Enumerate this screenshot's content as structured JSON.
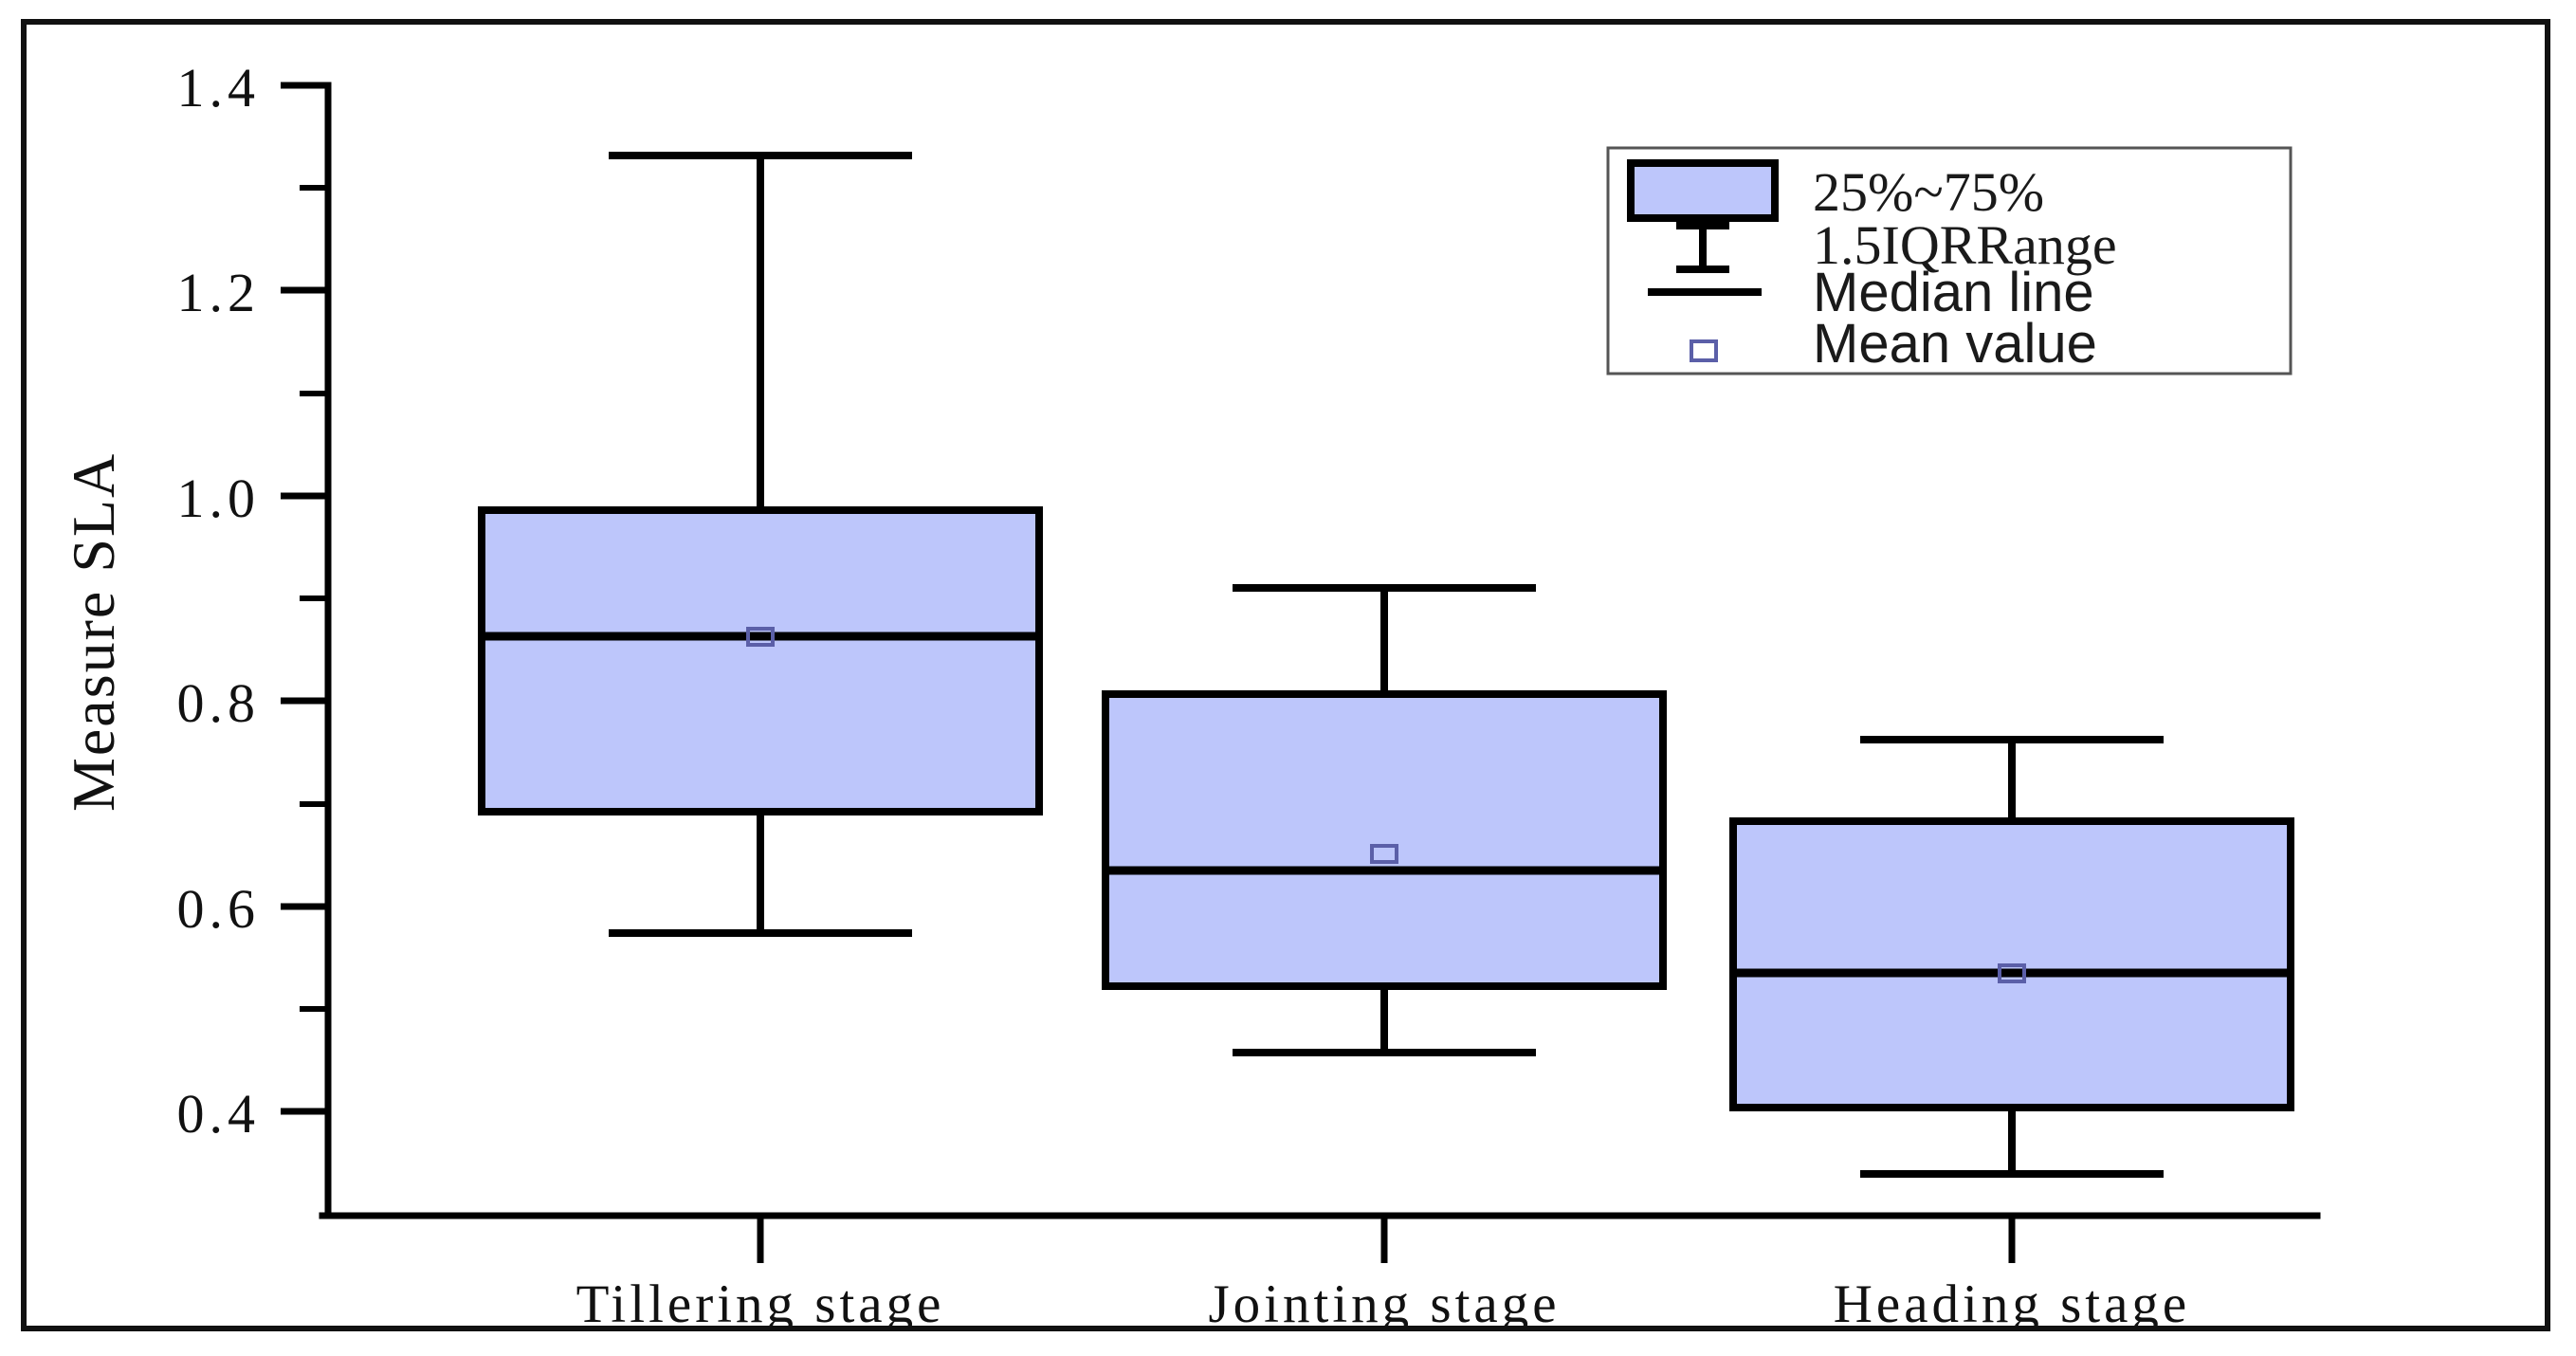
{
  "chart_data": {
    "type": "box",
    "title": "",
    "xlabel": "",
    "ylabel": "Measure SLA",
    "categories": [
      "Tillering stage",
      "Jointing stage",
      "Heading stage"
    ],
    "ylim": [
      0.32,
      1.4
    ],
    "grid": false,
    "y_major_ticks": [
      0.4,
      0.6,
      0.8,
      1.0,
      1.2,
      1.4
    ],
    "y_major_tick_labels": [
      "0.4",
      "0.6",
      "0.8",
      "1.0",
      "1.2",
      "1.4"
    ],
    "y_minor_ticks": [
      0.5,
      0.7,
      0.9,
      1.1,
      1.3
    ],
    "box_fill_color": "#bdc6fb",
    "line_color": "#000000",
    "mean_marker_color": "#5b5fa8",
    "series": [
      {
        "name": "Tillering stage",
        "min": 0.572,
        "q1": 0.685,
        "median": 0.857,
        "q3": 0.975,
        "max": 1.325,
        "mean": 0.849
      },
      {
        "name": "Jointing stage",
        "min": 0.421,
        "q1": 0.488,
        "median": 0.615,
        "q3": 0.773,
        "max": 0.911,
        "mean": 0.637
      },
      {
        "name": "Heading stage",
        "min": 0.34,
        "q1": 0.405,
        "median": 0.537,
        "q3": 0.684,
        "max": 0.763,
        "mean": 0.543
      }
    ],
    "legend": {
      "position": "top-right",
      "entries": [
        {
          "marker": "box-swatch",
          "label": "25%~75%"
        },
        {
          "marker": "i-beam",
          "label": "1.5IQRRange"
        },
        {
          "marker": "median-line",
          "label": "Median line"
        },
        {
          "marker": "mean-square",
          "label": "Mean value"
        }
      ]
    }
  }
}
